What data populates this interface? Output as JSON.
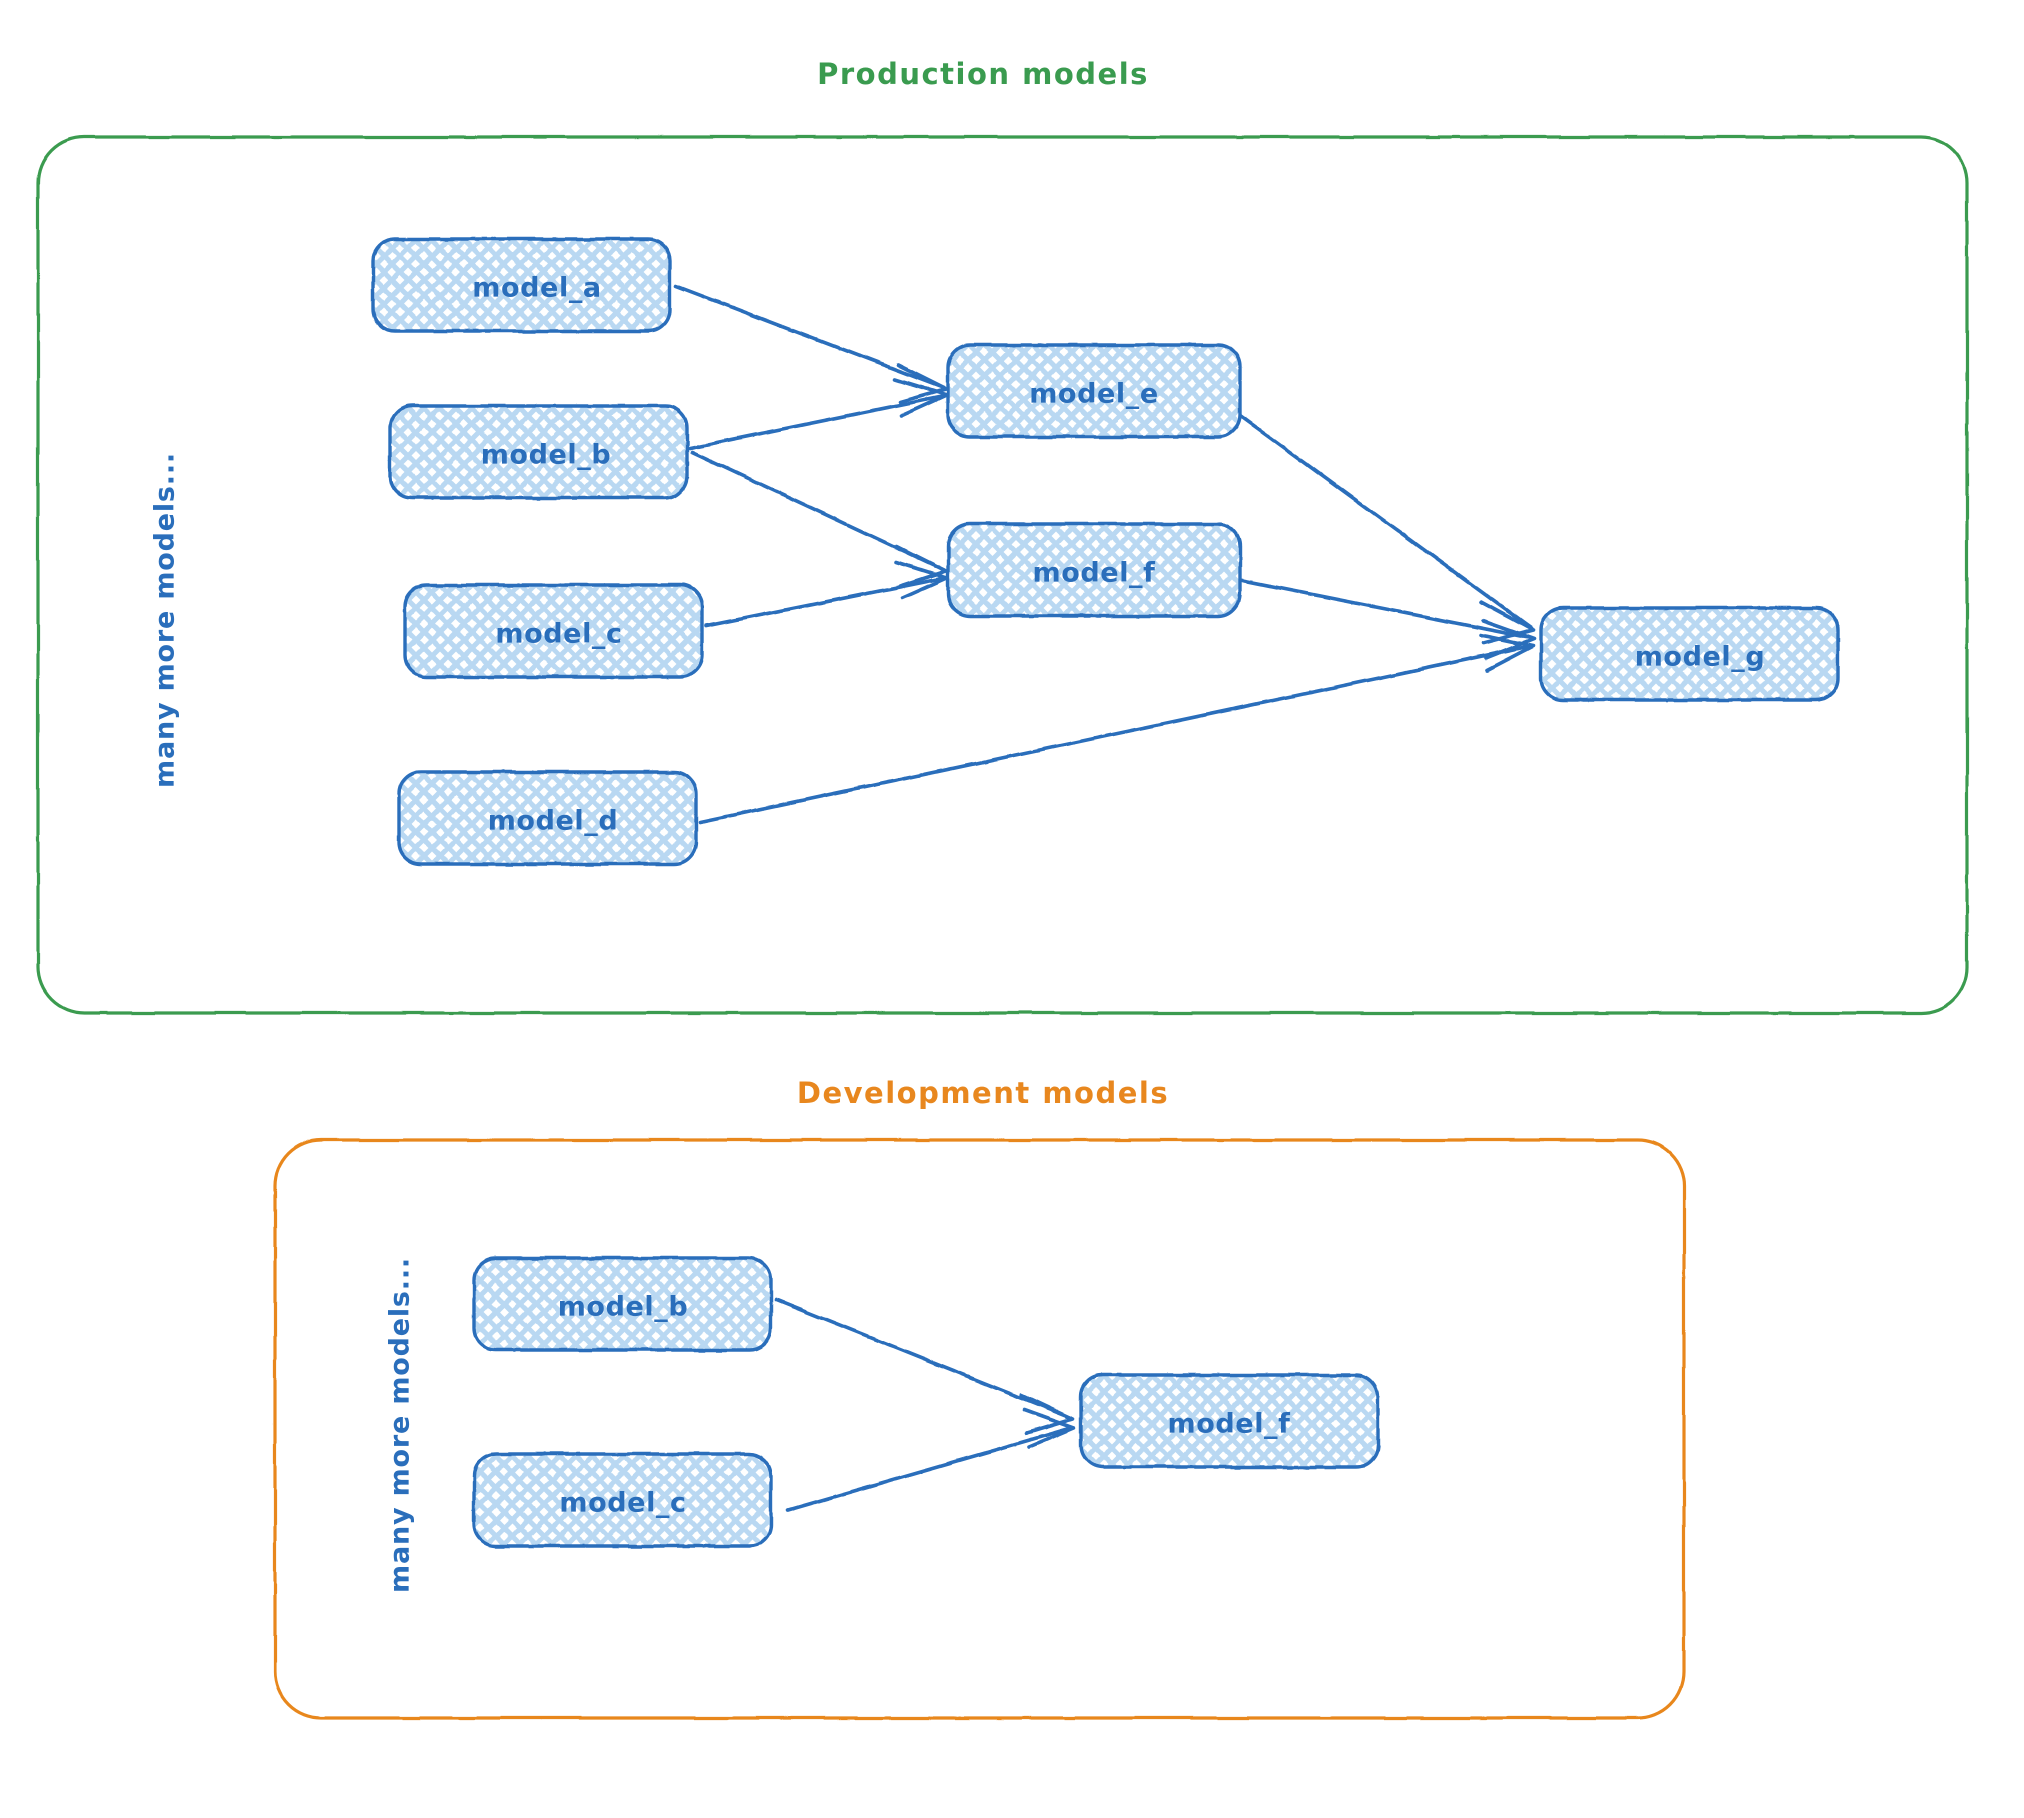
{
  "diagram": {
    "type": "dbt-model-lineage",
    "background_color": "#ffffff",
    "node_fill_color": "#d8e9f8",
    "node_border_color": "#2a6ebb",
    "edge_color": "#2a6ebb"
  },
  "groups": [
    {
      "id": "production",
      "title": "Production models",
      "title_color": "#3a9b4f",
      "border_color": "#3a9b4f",
      "side_note": "many more models...",
      "side_note_color": "#2a6ebb"
    },
    {
      "id": "development",
      "title": "Development models",
      "title_color": "#e8871e",
      "border_color": "#e8871e",
      "side_note": "many more models...",
      "side_note_color": "#2a6ebb"
    }
  ],
  "production_nodes": [
    {
      "id": "model_a",
      "label": "model_a"
    },
    {
      "id": "model_b",
      "label": "model_b"
    },
    {
      "id": "model_c",
      "label": "model_c"
    },
    {
      "id": "model_d",
      "label": "model_d"
    },
    {
      "id": "model_e",
      "label": "model_e"
    },
    {
      "id": "model_f",
      "label": "model_f"
    },
    {
      "id": "model_g",
      "label": "model_g"
    }
  ],
  "production_edges": [
    {
      "from": "model_a",
      "to": "model_e"
    },
    {
      "from": "model_b",
      "to": "model_e"
    },
    {
      "from": "model_b",
      "to": "model_f"
    },
    {
      "from": "model_c",
      "to": "model_f"
    },
    {
      "from": "model_e",
      "to": "model_g"
    },
    {
      "from": "model_f",
      "to": "model_g"
    },
    {
      "from": "model_d",
      "to": "model_g"
    }
  ],
  "development_nodes": [
    {
      "id": "dev_model_b",
      "label": "model_b"
    },
    {
      "id": "dev_model_c",
      "label": "model_c"
    },
    {
      "id": "dev_model_f",
      "label": "model_f"
    }
  ],
  "development_edges": [
    {
      "from": "dev_model_b",
      "to": "dev_model_f"
    },
    {
      "from": "dev_model_c",
      "to": "dev_model_f"
    }
  ]
}
